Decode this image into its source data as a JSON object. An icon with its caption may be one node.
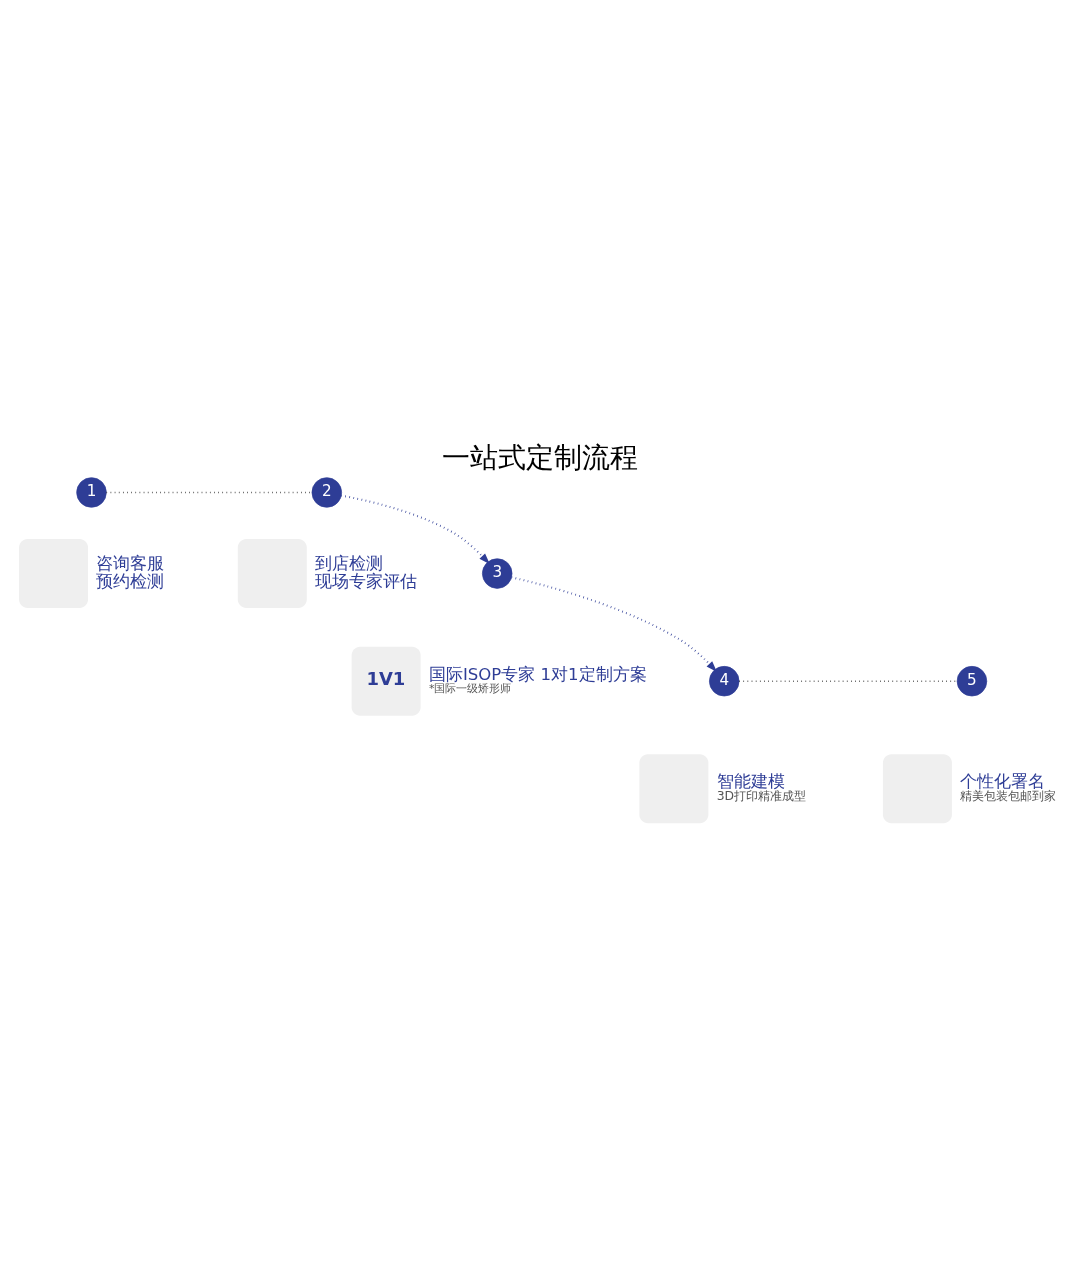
{
  "diagram": {
    "title": "一站式定制流程",
    "nodes": [
      {
        "text": [
          "1"
        ]
      },
      {
        "text": [
          "2"
        ]
      },
      {
        "text": [],
        "shape": "box",
        "beside": [
          "咨询客服",
          "预约检测"
        ]
      },
      {
        "text": [],
        "shape": "box",
        "beside": [
          "到店检测",
          "现场专家评估"
        ]
      },
      {
        "text": [
          "3"
        ]
      },
      {
        "text": [
          "1V1"
        ],
        "beside": [
          "国际ISOP专家 1对1定制方案",
          "*国际一级矫形师"
        ]
      },
      {
        "text": [
          "4"
        ]
      },
      {
        "text": [
          "5"
        ]
      },
      {
        "text": [],
        "shape": "box",
        "beside": [
          "智能建模",
          "3D打印精准成型"
        ]
      },
      {
        "text": [],
        "shape": "box",
        "beside": [
          "个性化署名",
          "精美包装包邮到家"
        ]
      }
    ],
    "edges": [
      {
        "from": 0,
        "to": 1,
        "arrow": "none",
        "style": "dashed"
      },
      {
        "from": 1,
        "to": 4,
        "arrow": "to",
        "style": "dashed",
        "color": "#2e3d96"
      },
      {
        "from": 4,
        "to": 6,
        "arrow": "to",
        "style": "dashed",
        "color": "#2e3d96"
      },
      {
        "from": 6,
        "to": 7,
        "arrow": "none",
        "style": "dashed"
      }
    ]
  }
}
